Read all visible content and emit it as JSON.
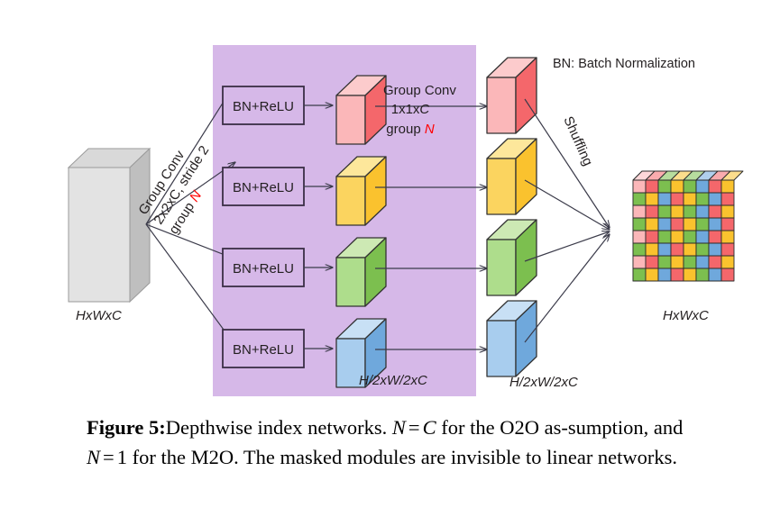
{
  "figure": {
    "label": "Figure 5:",
    "caption_parts": {
      "t1": "Depthwise index networks. ",
      "m1_var": "N",
      "m1_rel": "=",
      "m1_val": "C",
      "t2": " for the O2O as-",
      "t3": "sumption, and ",
      "m2_var": "N",
      "m2_rel": "=",
      "m2_val": "1",
      "t4": " for the M2O. The masked modules are",
      "t5": "invisible to linear networks."
    }
  },
  "diagram": {
    "masked_region": {
      "name": "masked-module-region",
      "fill": "#d6b8e8"
    },
    "input_block": {
      "label": "HxWxC",
      "front_color": "#bfbfbf",
      "side_color": "#e3e3e3",
      "top_color": "#d9d9d9"
    },
    "group_conv_in": {
      "line1": "Group Conv",
      "line2": "2x2xC, stride 2",
      "line3_prefix": "group ",
      "line3_var": "N",
      "var_color": "#ff0000"
    },
    "group_conv_mid": {
      "line1": "Group Conv",
      "line2_prefix": "1x1x",
      "line2_var": "C",
      "line3_prefix": "group ",
      "line3_var": "N",
      "var_color": "#ff0000"
    },
    "bn_relu_boxes": [
      {
        "label": "BN+ReLU"
      },
      {
        "label": "BN+ReLU"
      },
      {
        "label": "BN+ReLU"
      },
      {
        "label": "BN+ReLU"
      }
    ],
    "legend": {
      "text": "BN: Batch Normalization"
    },
    "shuffling": {
      "label": "Shuffling"
    },
    "column1_label": "H/2xW/2xC",
    "column2_label": "H/2xW/2xC",
    "output_label": "HxWxC",
    "branch_colors": [
      {
        "name": "red",
        "front": "#f4676b",
        "side": "#fbb7b9",
        "top": "#fbc9ca"
      },
      {
        "name": "yellow",
        "front": "#fac22e",
        "side": "#fbd45f",
        "top": "#fde79b"
      },
      {
        "name": "green",
        "front": "#7cbf4f",
        "side": "#aed храм"
      },
      {
        "name": "blue",
        "front": "#6fa8dc",
        "side": "#a8cdee",
        "top": "#c6e0f4"
      }
    ],
    "palette": {
      "red_front": "#f4676b",
      "red_side": "#fbb7b9",
      "red_top": "#fccbcc",
      "yellow_front": "#fac22e",
      "yellow_side": "#fbd45f",
      "yellow_top": "#fde79b",
      "green_front": "#7cbf4f",
      "green_side": "#aedd8c",
      "green_top": "#cde9b4",
      "blue_front": "#6fa8dc",
      "blue_side": "#a8cdee",
      "blue_top": "#c8e0f5",
      "pink_cell": "#fbb7b9",
      "stroke": "#333333",
      "box_stroke": "#3b2f45",
      "arrow": "#3b3b4a"
    },
    "grid_rows": [
      [
        "pink_cell",
        "red_front",
        "green_front",
        "yellow_front",
        "green_front",
        "blue_front",
        "red_front",
        "yellow_front"
      ],
      [
        "green_front",
        "yellow_front",
        "blue_front",
        "red_front",
        "yellow_front",
        "green_front",
        "blue_front",
        "red_front"
      ],
      [
        "pink_cell",
        "red_front",
        "green_front",
        "yellow_front",
        "green_front",
        "blue_front",
        "red_front",
        "yellow_front"
      ],
      [
        "green_front",
        "yellow_front",
        "blue_front",
        "red_front",
        "yellow_front",
        "green_front",
        "blue_front",
        "red_front"
      ],
      [
        "pink_cell",
        "red_front",
        "green_front",
        "yellow_front",
        "green_front",
        "blue_front",
        "red_front",
        "yellow_front"
      ],
      [
        "green_front",
        "yellow_front",
        "blue_front",
        "red_front",
        "yellow_front",
        "green_front",
        "blue_front",
        "red_front"
      ],
      [
        "pink_cell",
        "red_front",
        "green_front",
        "yellow_front",
        "green_front",
        "blue_front",
        "red_front",
        "yellow_front"
      ],
      [
        "green_front",
        "yellow_front",
        "blue_front",
        "red_front",
        "yellow_front",
        "green_front",
        "blue_front",
        "red_front"
      ]
    ]
  }
}
